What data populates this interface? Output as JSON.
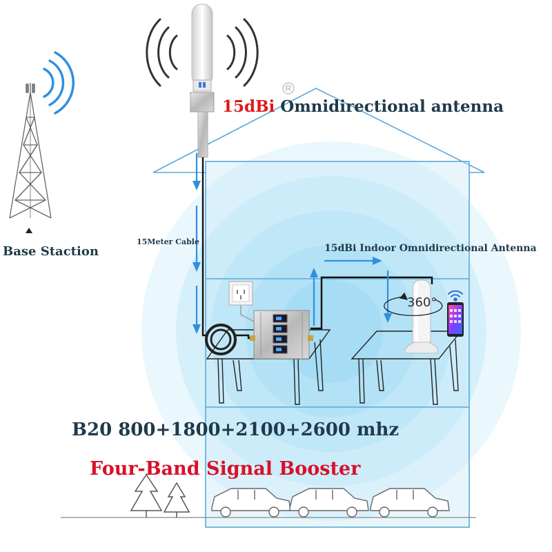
{
  "labels": {
    "outdoor_antenna_gain": "15dBi",
    "outdoor_antenna_name": "Omnidirectional antenna",
    "base_station": "Base Staction",
    "cable": "15Meter Cable",
    "indoor_antenna": "15dBi Indoor Omnidirectional Antenna",
    "bands": "B20 800+1800+2100+2600 mhz",
    "product": "Four-Band Signal Booster",
    "rotation": "360°"
  },
  "colors": {
    "signal_blue": "#2f8fe0",
    "cable_black": "#111111",
    "house_line": "#5aa8d8",
    "accent_red": "#e01818",
    "text_dark": "#1f3a4a"
  },
  "icons": {
    "tower": "cell-tower-icon",
    "outdoor_antenna": "omni-antenna-icon",
    "indoor_antenna": "indoor-antenna-icon",
    "booster": "signal-booster-icon",
    "phone": "smartphone-icon",
    "socket": "power-socket-icon",
    "wifi": "wifi-icon"
  },
  "booster": {
    "band_count": 4
  }
}
